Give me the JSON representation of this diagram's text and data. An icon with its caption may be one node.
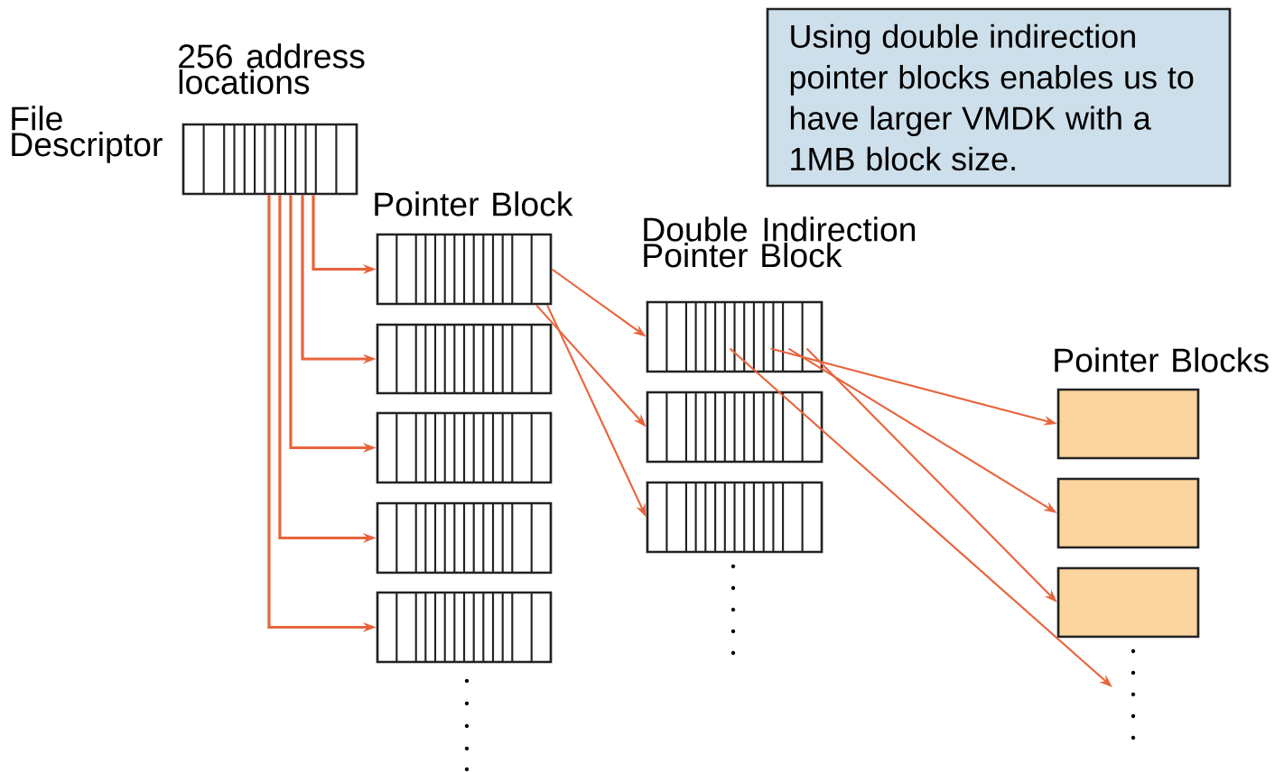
{
  "diagram": {
    "nodes": [
      {
        "text": [
          "256 address locations"
        ],
        "beside": [
          "File Descriptor"
        ]
      },
      {
        "text": [
          "Pointer Block"
        ]
      },
      {
        "text": [],
        "shape": "box"
      },
      {
        "text": [],
        "shape": "box"
      },
      {
        "text": [],
        "shape": "box"
      },
      {
        "text": [],
        "shape": "box"
      },
      {
        "text": [
          "Double Indirection Pointer Block"
        ]
      },
      {
        "text": [],
        "shape": "box"
      },
      {
        "text": [],
        "shape": "box"
      },
      {
        "text": [
          "Pointer Blocks"
        ]
      },
      {
        "text": [],
        "shape": "box"
      },
      {
        "text": [],
        "shape": "box"
      },
      {
        "text": [
          "Using double indirection pointer blocks enables us to have larger VMDK with a 1MB block size."
        ]
      }
    ],
    "edges": [
      {
        "from": 0,
        "to": 1,
        "arrow": "to"
      },
      {
        "from": 0,
        "to": 2,
        "arrow": "to"
      },
      {
        "from": 0,
        "to": 3,
        "arrow": "to"
      },
      {
        "from": 0,
        "to": 4,
        "arrow": "to"
      },
      {
        "from": 0,
        "to": 5,
        "arrow": "to"
      },
      {
        "from": 1,
        "to": 6,
        "arrow": "to"
      },
      {
        "from": 1,
        "to": 7,
        "arrow": "to"
      },
      {
        "from": 1,
        "to": 8,
        "arrow": "to"
      },
      {
        "from": 6,
        "to": 9,
        "arrow": "to"
      },
      {
        "from": 6,
        "to": 10,
        "arrow": "to"
      },
      {
        "from": 6,
        "to": 11,
        "arrow": "to"
      },
      {
        "from": 6,
        "to": null,
        "arrow": "to"
      }
    ]
  }
}
